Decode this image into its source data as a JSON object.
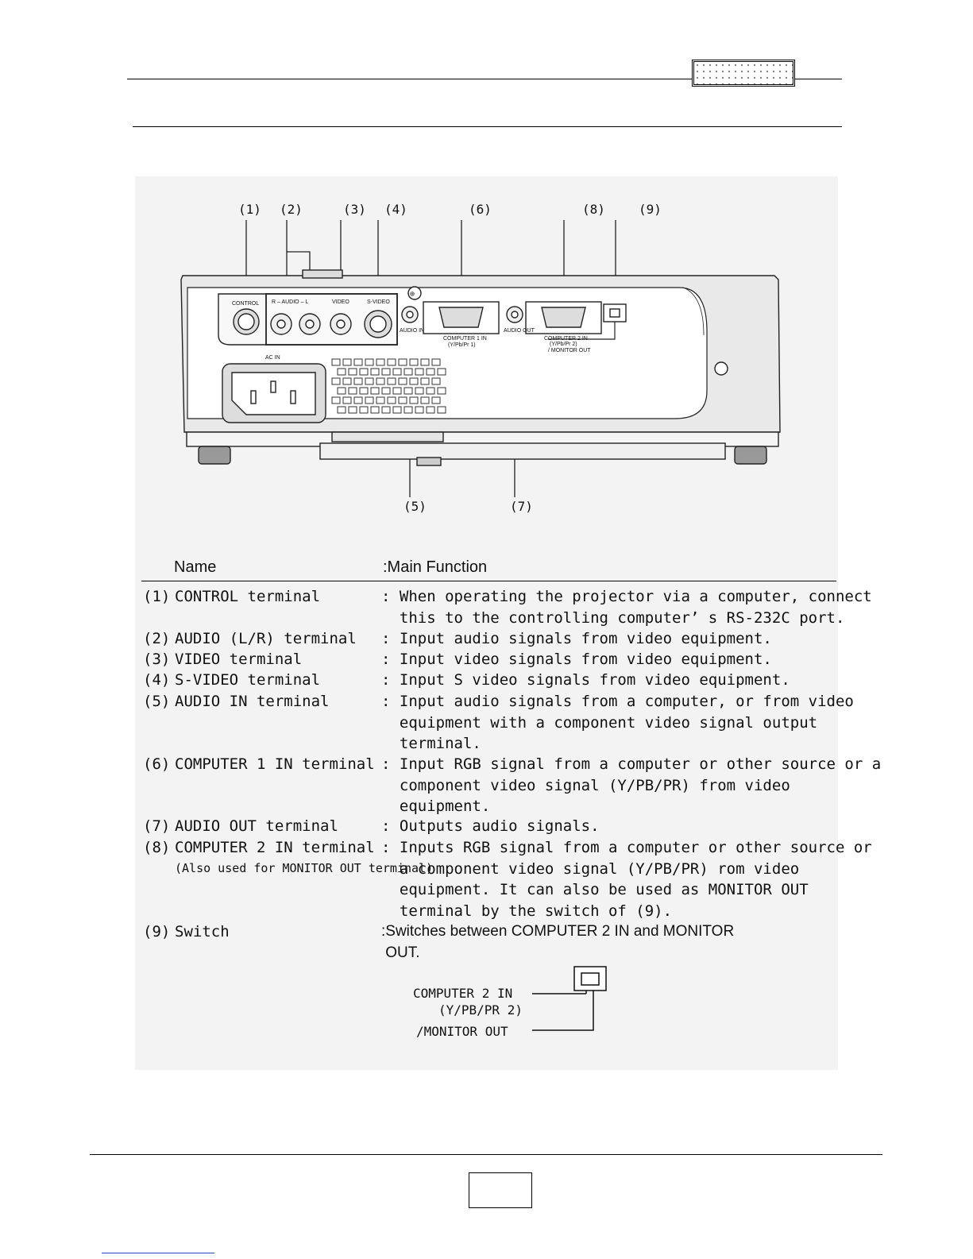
{
  "diagram": {
    "callouts_top": [
      "(1)",
      "(2)",
      "(3)",
      "(4)",
      "(6)",
      "(8)",
      "(9)"
    ],
    "callouts_bottom": [
      "(5)",
      "(7)"
    ],
    "panel_labels": {
      "control": "CONTROL",
      "audio": "R – AUDIO – L",
      "video": "VIDEO",
      "svideo": "S-VIDEO",
      "audio_in": "AUDIO IN",
      "computer1": "COMPUTER 1 IN",
      "computer1_sub": "(Y/Pb/Pr 1)",
      "audio_out": "AUDIO OUT",
      "computer2": "COMPUTER 2 IN",
      "computer2_sub": "(Y/Pb/Pr 2)",
      "monitor_out": "/ MONITOR OUT",
      "ac_in": "AC IN"
    }
  },
  "table": {
    "header_name": "Name",
    "header_function": ":Main Function",
    "rows": [
      {
        "num": "(1)",
        "name": "CONTROL terminal",
        "function": [
          ": When operating the projector via a computer, connect",
          "  this to the controlling computer’ s RS-232C port."
        ]
      },
      {
        "num": "(2)",
        "name": "AUDIO (L/R) terminal",
        "function": [
          ": Input audio signals from video equipment."
        ]
      },
      {
        "num": "(3)",
        "name": "VIDEO terminal",
        "function": [
          ": Input video signals from video equipment."
        ]
      },
      {
        "num": "(4)",
        "name": "S-VIDEO terminal",
        "function": [
          ": Input S video signals from video equipment."
        ]
      },
      {
        "num": "(5)",
        "name": "AUDIO IN terminal",
        "function": [
          ": Input audio signals from a computer, or from video",
          "  equipment with a component video signal output",
          "  terminal."
        ]
      },
      {
        "num": "(6)",
        "name": "COMPUTER 1 IN terminal",
        "function": [
          ": Input RGB signal from a computer or other source or a",
          "  component video signal (Y/PB/PR) from video",
          "  equipment."
        ]
      },
      {
        "num": "(7)",
        "name": "AUDIO OUT terminal",
        "function": [
          ": Outputs audio signals."
        ]
      },
      {
        "num": "(8)",
        "name": "COMPUTER 2 IN terminal",
        "name_note": "(Also used for MONITOR OUT terminal)",
        "function": [
          ": Inputs RGB signal from a computer or other source or",
          "  a component video signal (Y/PB/PR) rom video",
          "  equipment. It can also be used as MONITOR OUT",
          "  terminal by the switch of (9)."
        ]
      },
      {
        "num": "(9)",
        "name": "Switch",
        "function": [
          ":Switches between COMPUTER 2 IN and MONITOR",
          " OUT."
        ]
      }
    ]
  },
  "switch_diagram": {
    "line1": "COMPUTER 2 IN",
    "line2": "(Y/PB/PR 2)",
    "line3": "/MONITOR OUT"
  }
}
